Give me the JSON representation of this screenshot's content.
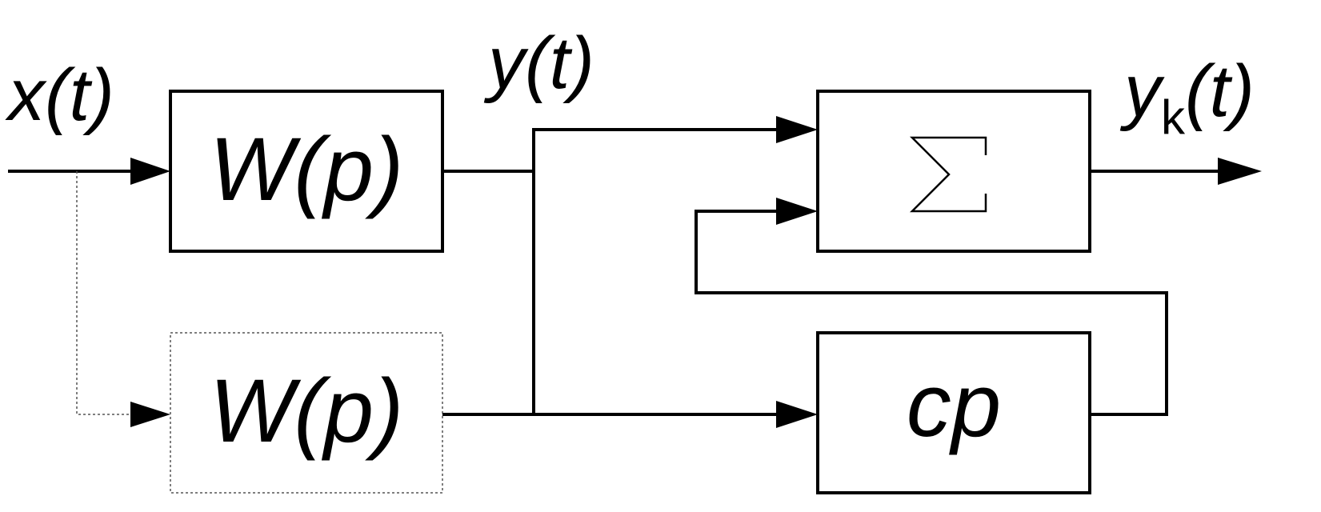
{
  "diagram": {
    "input_label": "x(t)",
    "intermediate_label": "y(t)",
    "output_label": {
      "base": "y",
      "subscript": "k",
      "suffix": "(t)"
    },
    "blocks": {
      "w_top": "W(p)",
      "w_bottom": "W(p)",
      "differentiator": "cp",
      "summer_symbol": "sum-symbol"
    }
  }
}
